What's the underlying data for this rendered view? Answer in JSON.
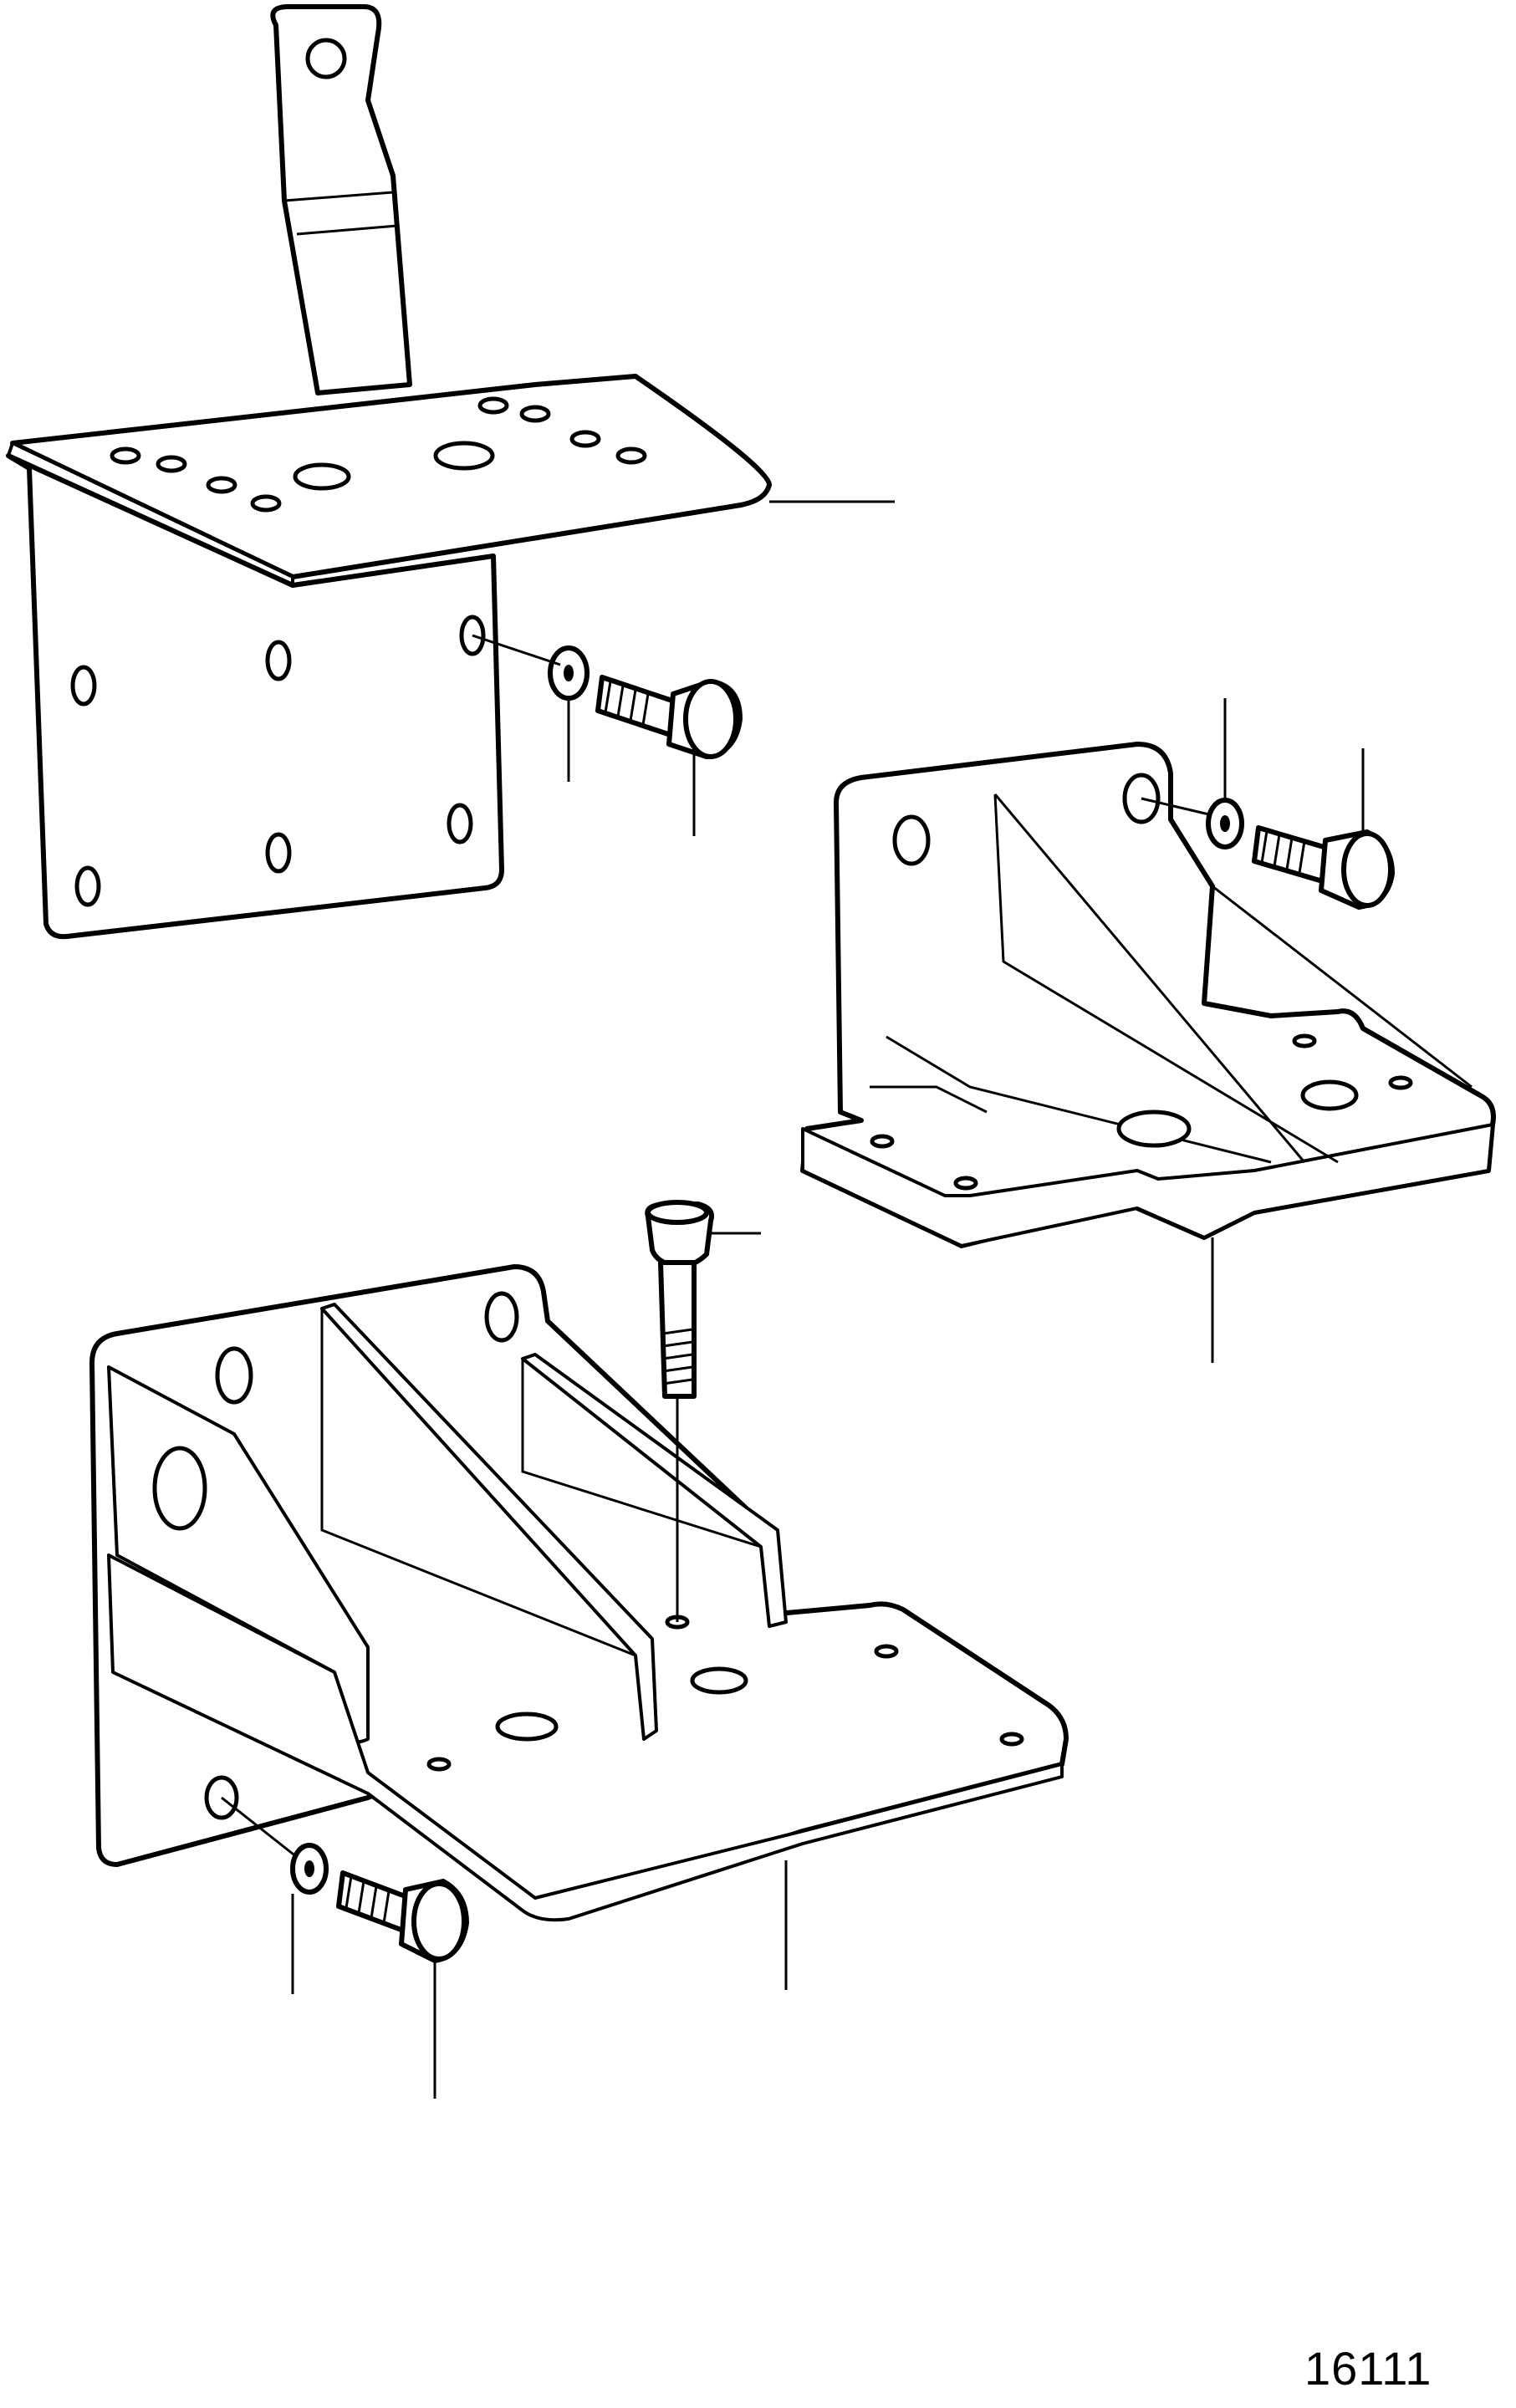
{
  "figure": {
    "number": "16111"
  },
  "parts": [
    {
      "id": "upper-left-bracket",
      "kind": "angle-bracket-with-arm"
    },
    {
      "id": "right-bracket",
      "kind": "gusseted-foot-bracket"
    },
    {
      "id": "lower-bracket",
      "kind": "double-gusset-bracket"
    },
    {
      "id": "washer-1",
      "kind": "washer"
    },
    {
      "id": "bolt-1",
      "kind": "hex-bolt"
    },
    {
      "id": "washer-2",
      "kind": "washer"
    },
    {
      "id": "bolt-2",
      "kind": "hex-bolt"
    },
    {
      "id": "bolt-3",
      "kind": "hex-bolt-long"
    },
    {
      "id": "washer-3",
      "kind": "washer"
    },
    {
      "id": "bolt-4",
      "kind": "hex-bolt"
    }
  ]
}
